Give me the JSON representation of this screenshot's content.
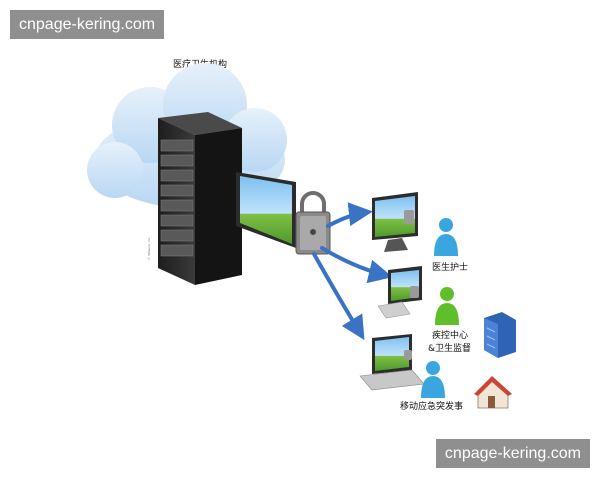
{
  "watermark": {
    "text": "cnpage-kering.com"
  },
  "diagram": {
    "title": "医疗卫生机构",
    "server_badge": "© VMware, Inc",
    "nodes": [
      {
        "label": "医生护士"
      },
      {
        "label_line1": "疾控中心",
        "label_line2": "&卫生监督"
      },
      {
        "label": "移动应急突发事"
      }
    ],
    "colors": {
      "cloud": "#cfe4f7",
      "server": "#2a2a2a",
      "arrow": "#3a72c4",
      "person_blue": "#3aa6e0",
      "person_green": "#5fbf2a"
    },
    "icons": [
      "cloud-icon",
      "server-rack-icon",
      "monitor-icon",
      "padlock-icon",
      "desktop-computer-icon",
      "laptop-icon",
      "person-icon",
      "building-icon",
      "house-icon"
    ]
  }
}
